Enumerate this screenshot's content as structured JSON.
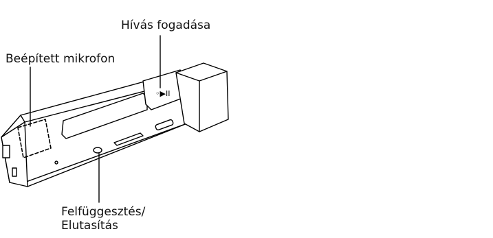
{
  "labels": {
    "call_answer": "Hívás fogadása",
    "builtin_mic": "Beépített mikrofon",
    "suspend_line1": "Felfüggesztés/",
    "suspend_line2": "Elutasítás"
  }
}
